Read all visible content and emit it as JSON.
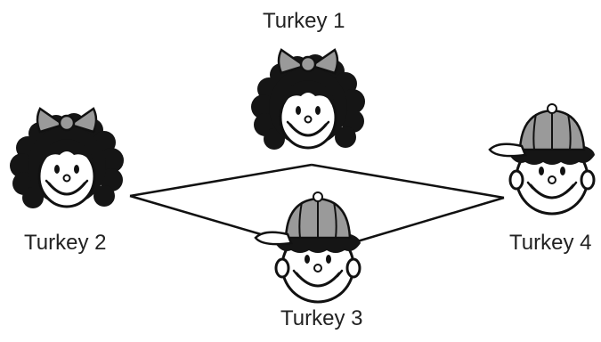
{
  "turkeys": [
    {
      "label": "Turkey 1",
      "accessory": "bow-icon"
    },
    {
      "label": "Turkey 2",
      "accessory": "bow-icon"
    },
    {
      "label": "Turkey 3",
      "accessory": "cap-icon"
    },
    {
      "label": "Turkey 4",
      "accessory": "cap-icon"
    }
  ],
  "connections": [
    [
      "Turkey 2",
      "Turkey 1"
    ],
    [
      "Turkey 1",
      "Turkey 4"
    ],
    [
      "Turkey 4",
      "Turkey 3"
    ],
    [
      "Turkey 3",
      "Turkey 2"
    ]
  ],
  "colors": {
    "ink": "#111111",
    "face": "#ffffff",
    "gray": "#9a9a9a",
    "hair": "#151515"
  }
}
